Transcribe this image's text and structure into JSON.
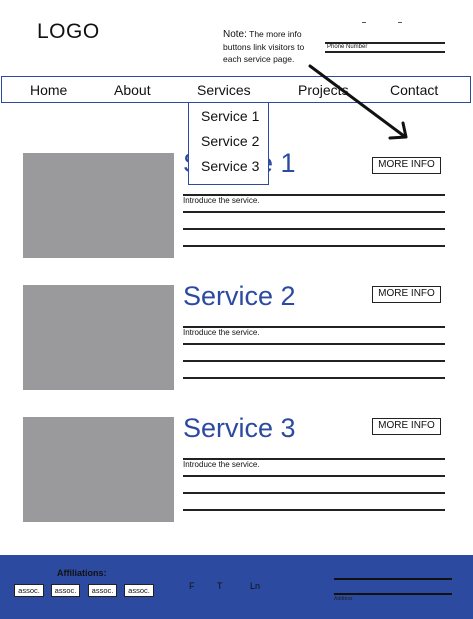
{
  "header": {
    "logo": "LOGO",
    "note_label": "Note:",
    "note_text": "The more info buttons link visitors to each service page.",
    "phone_label": "Phone Number"
  },
  "nav": {
    "items": [
      "Home",
      "About",
      "Services",
      "Projects",
      "Contact"
    ],
    "dropdown": [
      "Service 1",
      "Service 2",
      "Service 3"
    ]
  },
  "services": [
    {
      "title": "Service 1",
      "intro": "Introduce the service.",
      "button": "MORE INFO"
    },
    {
      "title": "Service 2",
      "intro": "Introduce the service.",
      "button": "MORE INFO"
    },
    {
      "title": "Service 3",
      "intro": "Introduce the service.",
      "button": "MORE INFO"
    }
  ],
  "footer": {
    "affiliations_label": "Affiliations:",
    "assoc": [
      "assoc.",
      "assoc.",
      "assoc.",
      "assoc."
    ],
    "social": [
      "F",
      "T",
      "Ln"
    ],
    "field_label": "Address"
  },
  "colors": {
    "accent": "#2c4aa0",
    "image_placeholder": "#9a9a9c",
    "footer_bg": "#2b4aa0"
  }
}
